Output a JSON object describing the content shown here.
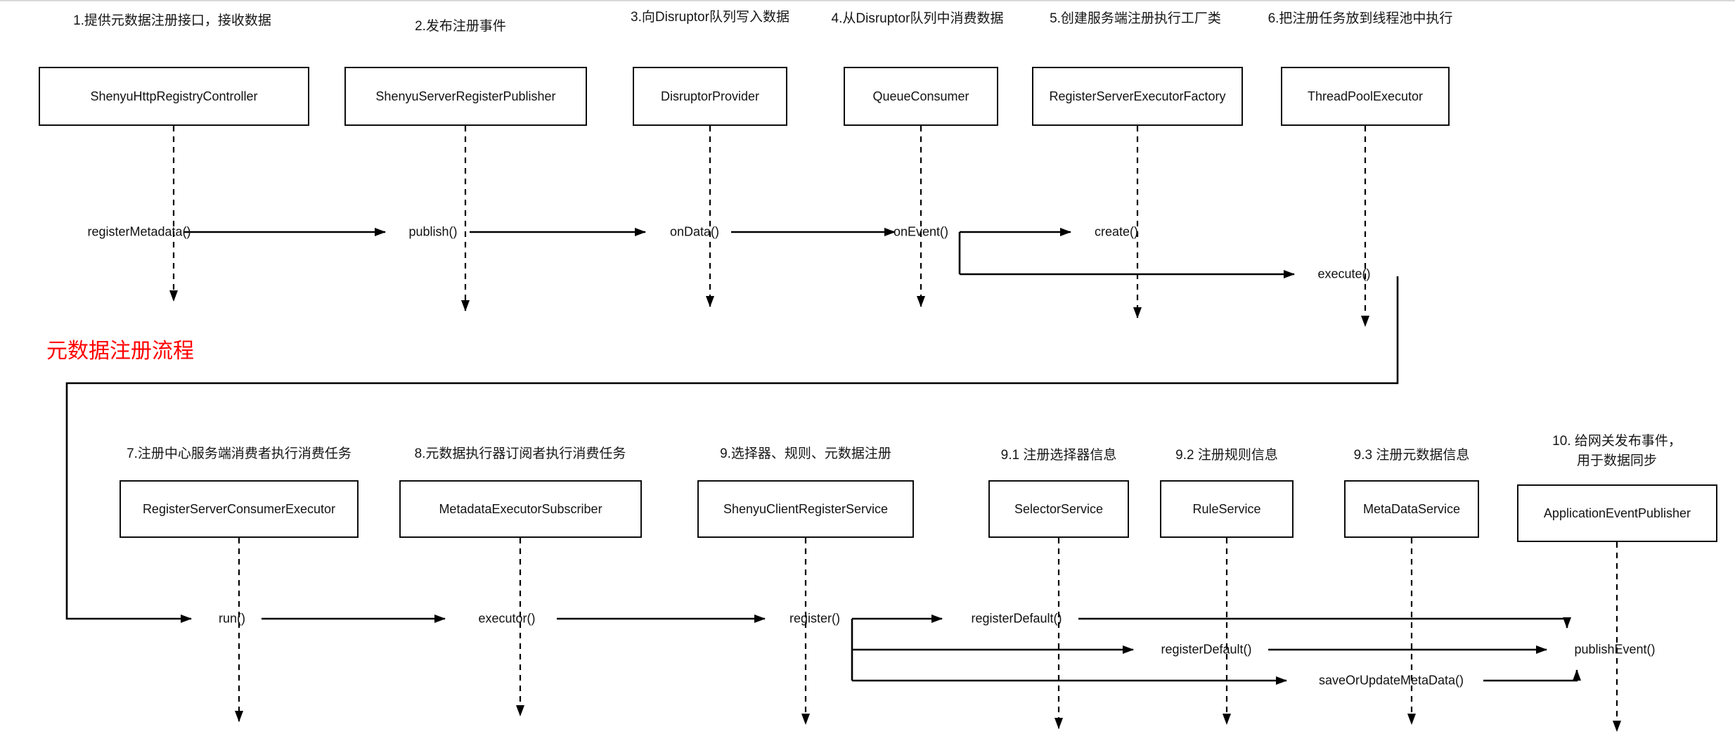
{
  "diagram": {
    "flow_title": "元数据注册流程",
    "colors": {
      "accent_red": "#FF0000",
      "line": "#000000",
      "box_border": "#0D0D0D",
      "background": "#FFFFFF",
      "top_divider": "#D9D9D9"
    },
    "top": {
      "participants": [
        {
          "annotation": "1.提供元数据注册接口，接收数据",
          "class_name": "ShenyuHttpRegistryController"
        },
        {
          "annotation": "2.发布注册事件",
          "class_name": "ShenyuServerRegisterPublisher"
        },
        {
          "annotation": "3.向Disruptor队列写入数据",
          "class_name": "DisruptorProvider"
        },
        {
          "annotation": "4.从Disruptor队列中消费数据",
          "class_name": "QueueConsumer"
        },
        {
          "annotation": "5.创建服务端注册执行工厂类",
          "class_name": "RegisterServerExecutorFactory"
        },
        {
          "annotation": "6.把注册任务放到线程池中执行",
          "class_name": "ThreadPoolExecutor"
        }
      ],
      "messages": [
        "registerMetadata()",
        "publish()",
        "onData()",
        "onEvent()",
        "create()",
        "execute()"
      ]
    },
    "bottom": {
      "participants": [
        {
          "annotation": "7.注册中心服务端消费者执行消费任务",
          "class_name": "RegisterServerConsumerExecutor"
        },
        {
          "annotation": "8.元数据执行器订阅者执行消费任务",
          "class_name": "MetadataExecutorSubscriber"
        },
        {
          "annotation": "9.选择器、规则、元数据注册",
          "class_name": "ShenyuClientRegisterService"
        },
        {
          "annotation": "9.1 注册选择器信息",
          "class_name": "SelectorService"
        },
        {
          "annotation": "9.2 注册规则信息",
          "class_name": "RuleService"
        },
        {
          "annotation": "9.3 注册元数据信息",
          "class_name": "MetaDataService"
        },
        {
          "annotation": "10. 给网关发布事件，",
          "annotation_line2": "用于数据同步",
          "class_name": "ApplicationEventPublisher"
        }
      ],
      "messages": [
        "run()",
        "executor()",
        "register()",
        "registerDefault()",
        "registerDefault()",
        "saveOrUpdateMetaData()",
        "publishEvent()"
      ]
    }
  }
}
